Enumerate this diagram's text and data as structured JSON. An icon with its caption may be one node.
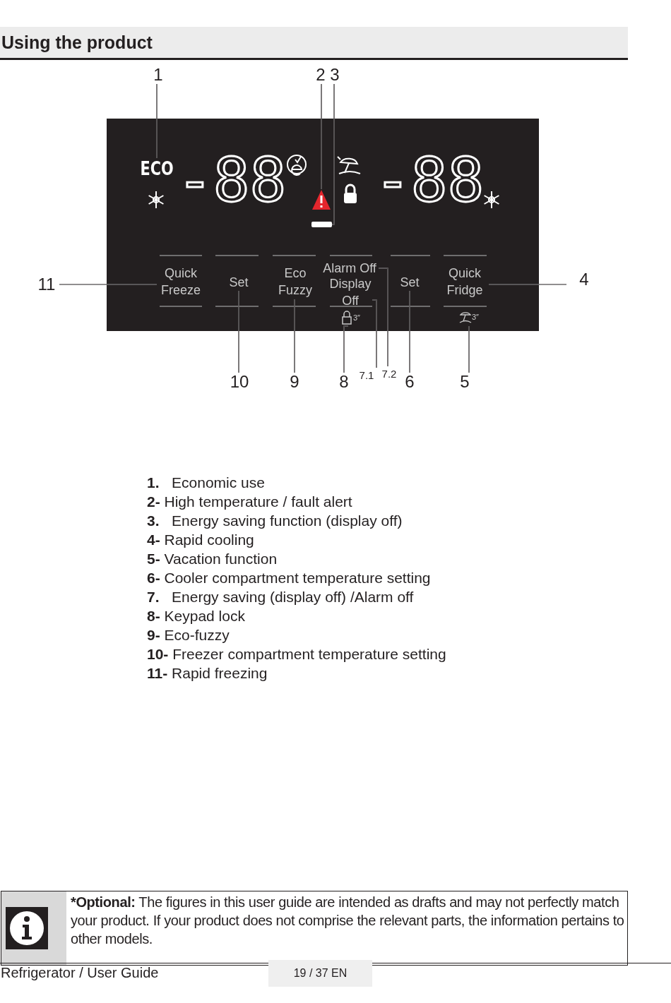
{
  "diagram": {
    "title": "Using the product",
    "nodes": [
      {
        "text": [
          "1"
        ]
      },
      {
        "text": [
          "2"
        ]
      },
      {
        "text": [
          "3"
        ]
      },
      {
        "text": [
          "ECO"
        ]
      },
      {
        "text": [],
        "shape": "triangle"
      },
      {
        "text": [],
        "shape": "bar"
      },
      {
        "text": [
          "11"
        ]
      },
      {
        "text": [
          "Quick Freeze"
        ]
      },
      {
        "text": [
          "Set"
        ]
      },
      {
        "text": [
          "Eco Fuzzy"
        ]
      },
      {
        "text": [
          "Alarm Off"
        ]
      },
      {
        "text": [
          "Display Off"
        ]
      },
      {
        "text": [
          "3″"
        ]
      },
      {
        "text": [
          "Set"
        ]
      },
      {
        "text": [
          "Quick Fridge"
        ]
      },
      {
        "text": [
          "3″"
        ]
      },
      {
        "text": [
          "4"
        ]
      },
      {
        "text": [
          "10"
        ]
      },
      {
        "text": [
          "9"
        ]
      },
      {
        "text": [
          "8"
        ]
      },
      {
        "text": [
          "7.1"
        ]
      },
      {
        "text": [
          "7.2"
        ]
      },
      {
        "text": [
          "6"
        ]
      },
      {
        "text": [
          "5"
        ]
      }
    ],
    "edges": [
      {
        "from": 0,
        "to": 3,
        "arrow": "none"
      },
      {
        "from": 1,
        "to": 4,
        "arrow": "none"
      },
      {
        "from": 2,
        "to": 5,
        "arrow": "none"
      },
      {
        "from": 6,
        "to": 7,
        "arrow": "none"
      },
      {
        "from": 16,
        "to": 14,
        "arrow": "none"
      },
      {
        "from": 17,
        "to": 8,
        "arrow": "none"
      },
      {
        "from": 18,
        "to": 9,
        "arrow": "none"
      },
      {
        "from": 19,
        "to": 12,
        "arrow": "none"
      },
      {
        "from": 20,
        "to": 11,
        "arrow": "none"
      },
      {
        "from": 21,
        "to": 10,
        "arrow": "none"
      },
      {
        "from": 22,
        "to": 13,
        "arrow": "none"
      },
      {
        "from": 23,
        "to": 15,
        "arrow": "none"
      }
    ],
    "labels": [
      "-88",
      "-88",
      "**1.**   Economic use",
      "**2-** High temperature / fault alert",
      "**3.**   Energy saving function (display off)",
      "**4-** Rapid cooling",
      "**5-** Vacation function",
      "**6-** Cooler compartment temperature setting",
      "**7.**   Energy saving (display off) /Alarm off",
      "**8-** Keypad lock",
      "**9-** Eco-fuzzy",
      "**10-** Freezer compartment temperature setting",
      "**11-** Rapid freezing",
      "*Optional:",
      "The figures in this user guide are intended as drafts and may not perfectly match your product. If your product does not comprise the relevant parts, the information pertains to other models.",
      "Refrigerator / User Guide",
      "19 / 37 EN"
    ]
  }
}
